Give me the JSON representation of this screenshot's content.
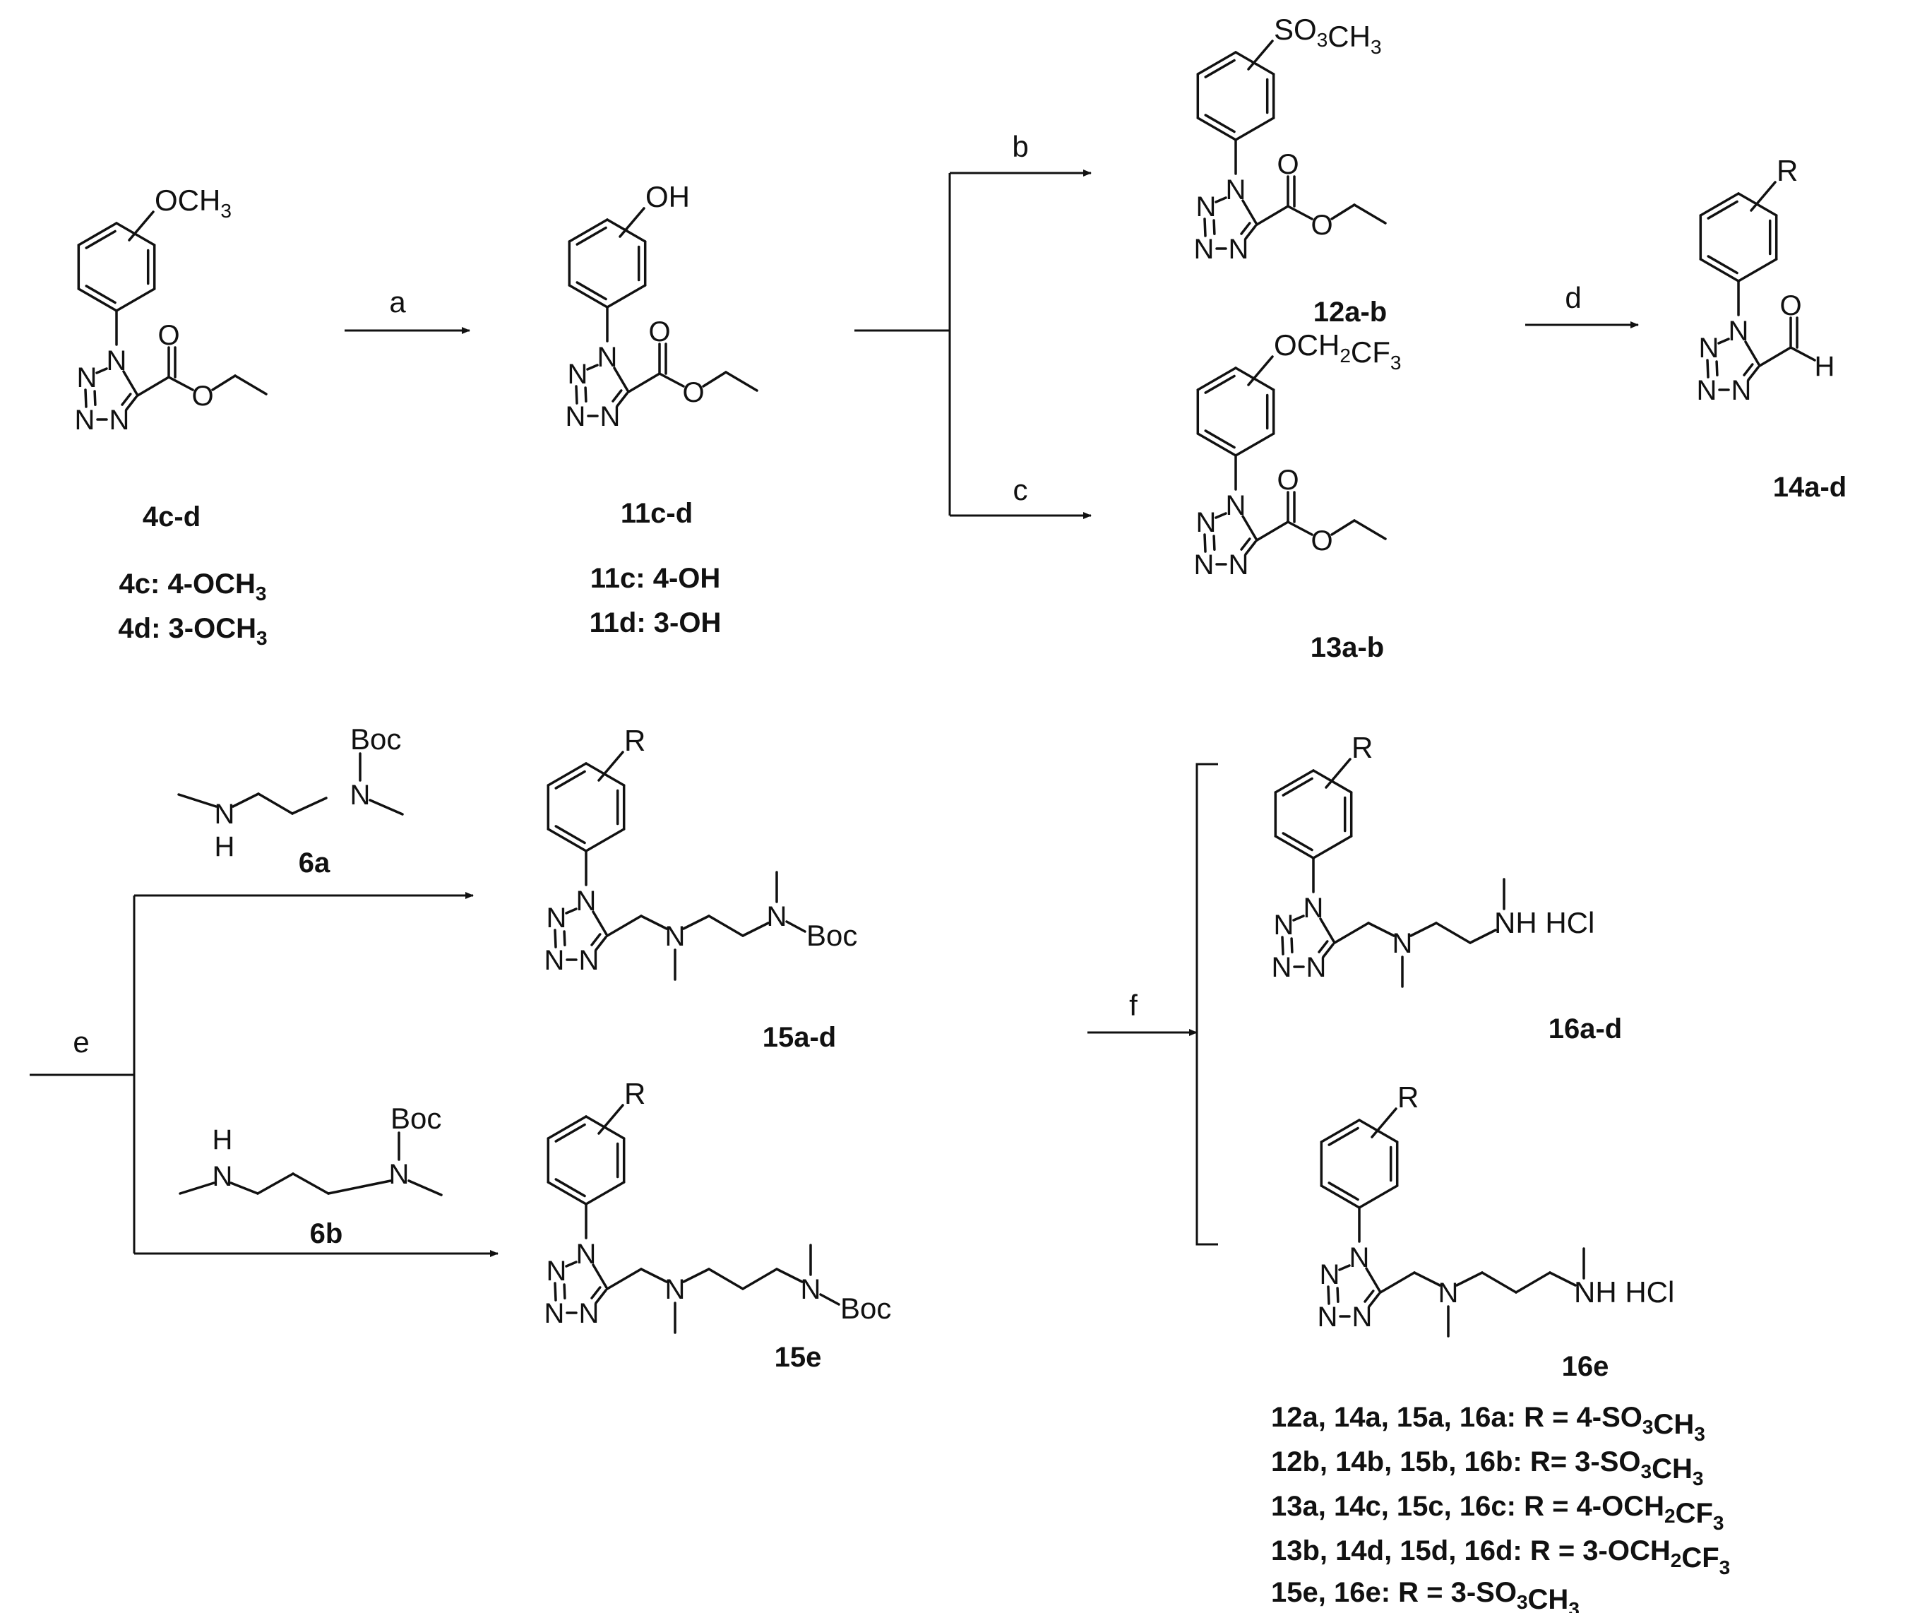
{
  "reagents": {
    "a": "a",
    "b": "b",
    "c": "c",
    "d": "d",
    "e": "e",
    "f": "f"
  },
  "compounds": {
    "c4cd": "4c-d",
    "c11cd": "11c-d",
    "c12ab": "12a-b",
    "c13ab": "13a-b",
    "c14ad": "14a-d",
    "c15ad": "15a-d",
    "c15e": "15e",
    "c16ad": "16a-d",
    "c16e": "16e",
    "c6a": "6a",
    "c6b": "6b"
  },
  "variants": {
    "v4c": "4c: 4-OCH₃",
    "v4d": "4d: 3-OCH₃",
    "v11c": "11c: 4-OH",
    "v11d": "11d: 3-OH"
  },
  "substituents": {
    "och3": "OCH₃",
    "oh": "OH",
    "so3ch3": "SO₃CH₃",
    "och2cf3": "OCH₂CF₃",
    "r": "R",
    "boc": "Boc",
    "nh_hcl": "NH HCl"
  },
  "atoms": {
    "n": "N",
    "o": "O",
    "h": "H"
  },
  "legend": [
    "12a, 14a, 15a, 16a: R = 4-SO₃CH₃",
    "12b, 14b, 15b, 16b: R= 3-SO₃CH₃",
    "13a, 14c, 15c, 16c: R = 4-OCH₂CF₃",
    "13b, 14d, 15d, 16d: R = 3-OCH₂CF₃",
    "15e, 16e: R = 3-SO₃CH₃"
  ]
}
